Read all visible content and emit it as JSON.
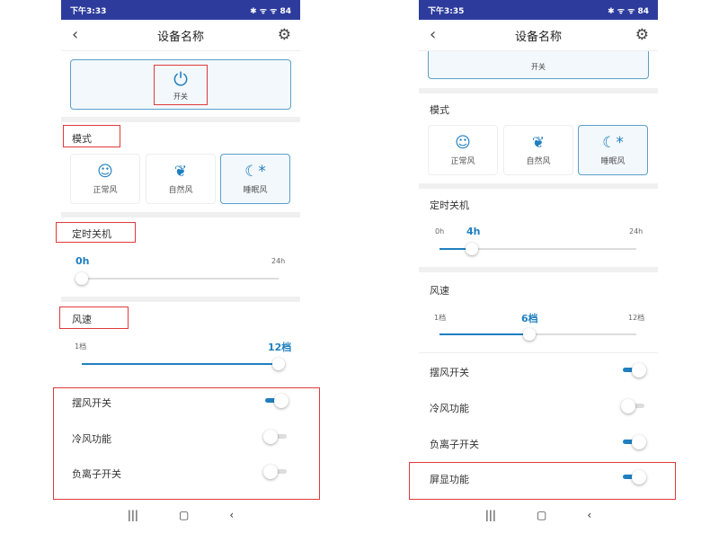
{
  "header": {
    "title": "设备名称",
    "back_icon": "chevron-left-icon",
    "settings_icon": "gear-icon"
  },
  "colors": {
    "status_bar": "#2d3c9c",
    "accent": "#1f7fc0",
    "annotation": "#e03a3a"
  },
  "left": {
    "status_time": "下午3:33",
    "status_right": "✱ ᯤ ᯤ 84",
    "power_label": "开关",
    "mode_label": "模式",
    "modes": [
      {
        "label": "正常风",
        "icon": "smile-icon"
      },
      {
        "label": "自然风",
        "icon": "leaf-icon"
      },
      {
        "label": "睡眠风",
        "icon": "moon-stars-icon",
        "selected": true
      }
    ],
    "timer": {
      "label": "定时关机",
      "value": "0h",
      "max": "24h",
      "fraction": 0
    },
    "speed": {
      "label": "风速",
      "min": "1档",
      "value": "12档",
      "fraction": 1
    },
    "toggles": [
      {
        "label": "摆风开关",
        "on": true
      },
      {
        "label": "冷风功能",
        "on": false
      },
      {
        "label": "负离子开关",
        "on": false
      }
    ]
  },
  "right": {
    "status_time": "下午3:35",
    "status_right": "✱ ᯤ ᯤ 84",
    "power_label": "开关",
    "mode_label": "模式",
    "modes": [
      {
        "label": "正常风",
        "icon": "smile-icon"
      },
      {
        "label": "自然风",
        "icon": "leaf-icon"
      },
      {
        "label": "睡眠风",
        "icon": "moon-stars-icon",
        "selected": true
      }
    ],
    "timer": {
      "label": "定时关机",
      "min": "0h",
      "value": "4h",
      "max": "24h",
      "fraction": 0.167
    },
    "speed": {
      "label": "风速",
      "min": "1档",
      "value": "6档",
      "max": "12档",
      "fraction": 0.455
    },
    "toggles": [
      {
        "label": "摆风开关",
        "on": true
      },
      {
        "label": "冷风功能",
        "on": false
      },
      {
        "label": "负离子开关",
        "on": true
      },
      {
        "label": "屏显功能",
        "on": true
      }
    ]
  },
  "nav": {
    "recent": "|||",
    "home": "▢",
    "back": "‹"
  }
}
